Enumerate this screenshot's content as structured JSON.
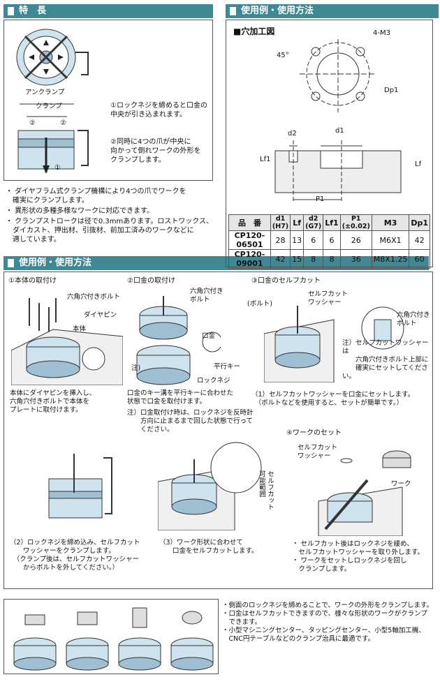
{
  "sections": {
    "features": "特　長",
    "usage_top": "使用例・使用方法",
    "usage_main": "使用例・使用方法"
  },
  "features": {
    "anclamp": "アンクランプ",
    "clamp": "クランプ",
    "circle1": "①",
    "circle2a": "②",
    "circle2b": "②",
    "note1": "①ロックネジを締めると口金の\n中央が引き込まれます。",
    "note2": "②同時に4つの爪が中央に\n向かって倒れワークの外形を\nクランプします。",
    "bullets": [
      "・ ダイヤフラム式クランプ機構により4つの爪でワークを\n　確実にクランプします。",
      "・ 異形状の多種多様なワークに対応できます。",
      "・ クランプストロークは径で0.3mmあります。ロストワックス、\n　ダイカスト、押出材、引抜材、前加工済みのワークなどに\n　適しています。"
    ]
  },
  "hole": {
    "title": "■穴加工図",
    "m3": "4-M3",
    "angle": "45°",
    "dp1": "Dp1",
    "d2": "d2",
    "d1": "d1",
    "lf1": "Lf1",
    "lf": "Lf",
    "p1": "P1"
  },
  "spec": {
    "headers": [
      "品　番",
      "d1\n(H7)",
      "Lf",
      "d2\n(G7)",
      "Lf1",
      "P1\n(±0.02)",
      "M3",
      "Dp1"
    ],
    "rows": [
      [
        "CP120-06501",
        "28",
        "13",
        "6",
        "6",
        "26",
        "M6X1",
        "42"
      ],
      [
        "CP120-09001",
        "42",
        "15",
        "8",
        "8",
        "36",
        "M8X1.25",
        "60"
      ]
    ]
  },
  "steps": {
    "s1_title": "①本体の取付け",
    "s1_bolt": "六角穴付きボルト",
    "s1_pin": "ダイヤピン",
    "s1_body": "本体",
    "s1_desc": "本体にダイヤピンを挿入し、\n六角穴付きボルトで本体を\nプレートに取付けます。",
    "s2_title": "②口金の取付け",
    "s2_bolt": "六角穴付き\nボルト",
    "s2_jaw": "口金",
    "s2_key": "平行キー",
    "s2_note_mark": "注)",
    "s2_lock": "ロックネジ",
    "s2_desc": "口金のキー溝を平行キーに合わせた\n状態で口金を取付けます。",
    "s2_note": "注）口金取付け時は、ロックネジを反時計\n　　方向に止まるまで回した状態で行って\n　　ください。",
    "s3_title": "③口金のセルフカット",
    "s3_bolt": "(ボルト)",
    "s3_washer": "セルフカット\nワッシャー",
    "s3_hex": "六角穴付き\nボルト",
    "s3_note": "注）セルフカットワッシャーは\n　　六角穴付きボルト上部に\n　　確実にセットしてください。",
    "s3_desc": "（1）セルフカットワッシャーを口金にセットします。\n　（ボルトなどを使用すると、セットが簡単です。）",
    "s2b_desc": "（2）ロックネジを締め込み、セルフカット\n　　ワッシャーをクランプします。\n　（クランプ後は、セルフカットワッシャー\n　　からボルトを外してください。）",
    "s3b_range": "セルフカット\n可能範囲",
    "s3b_desc": "（3）ワーク形状に合わせて\n　　口金をセルフカットします。",
    "s4_title": "④ワークのセット",
    "s4_washer": "セルフカット\nワッシャー",
    "s4_work": "ワーク",
    "s4_desc": "・ セルフカット後はロックネジを緩め、\n　セルフカットワッシャーを取り外します。\n・ ワークをセットしロックネジを回し\n　クランプします。"
  },
  "bottom": {
    "bullets": "・側面のロックネジを締めることで、ワークの外形をクランプします。\n・口金はセルフカットできますので、様々な形状のワークがクランプ\n　できます。\n・小型マシニングセンター、タッピングセンター、小型5軸加工機、\n　CNC円テーブルなどのクランプ治具に最適です。"
  },
  "colors": {
    "header": "#3f8894",
    "part": "#cfe3ee",
    "part_dark": "#9fbfd2"
  }
}
